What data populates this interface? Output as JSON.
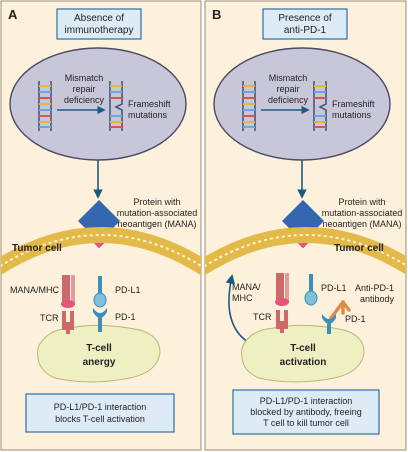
{
  "panels": [
    {
      "letter": "A",
      "header": [
        "Absence of",
        "immunotherapy"
      ],
      "mmr_label": [
        "Mismatch",
        "repair",
        "deficiency"
      ],
      "frameshift_label": [
        "Frameshift",
        "mutations"
      ],
      "protein_label": [
        "Protein with",
        "mutation-associated",
        "neoantigen (MANA)"
      ],
      "tumor_label": "Tumor cell",
      "mana_label": [
        "MANA/MHC"
      ],
      "pdl1_label": "PD-L1",
      "tcr_label": "TCR",
      "pd1_label": "PD-1",
      "tcell_label": [
        "T-cell",
        "anergy"
      ],
      "footer": [
        "PD-L1/PD-1 interaction",
        "blocks T-cell activation"
      ]
    },
    {
      "letter": "B",
      "header": [
        "Presence of",
        "anti-PD-1"
      ],
      "mmr_label": [
        "Mismatch",
        "repair",
        "deficiency"
      ],
      "frameshift_label": [
        "Frameshift",
        "mutations"
      ],
      "protein_label": [
        "Protein with",
        "mutation-associated",
        "neoantigen (MANA)"
      ],
      "tumor_label": "Tumor cell",
      "mana_label": [
        "MANA/",
        "MHC"
      ],
      "pdl1_label": "PD-L1",
      "antibody_label": [
        "Anti-PD-1",
        "antibody"
      ],
      "tcr_label": "TCR",
      "pd1_label": "PD-1",
      "tcell_label": [
        "T-cell",
        "activation"
      ],
      "footer": [
        "PD-L1/PD-1 interaction",
        "blocked by antibody, freeing",
        "T cell to kill tumor cell"
      ]
    }
  ],
  "colors": {
    "background": "#fdf1dc",
    "header_box": "#dcebf6",
    "header_border": "#2d6fa6",
    "nucleus": "#c7c7d9",
    "nucleus_border": "#4a4a66",
    "arrow": "#1d5a7f",
    "protein": "#3566b0",
    "neoantigen": "#e8537a",
    "membrane": "#e3b94a",
    "tcell": "#eef0c2",
    "mhc": "#cc6a6a",
    "pdl1": "#3b8fb8",
    "antibody": "#e08a4a"
  }
}
